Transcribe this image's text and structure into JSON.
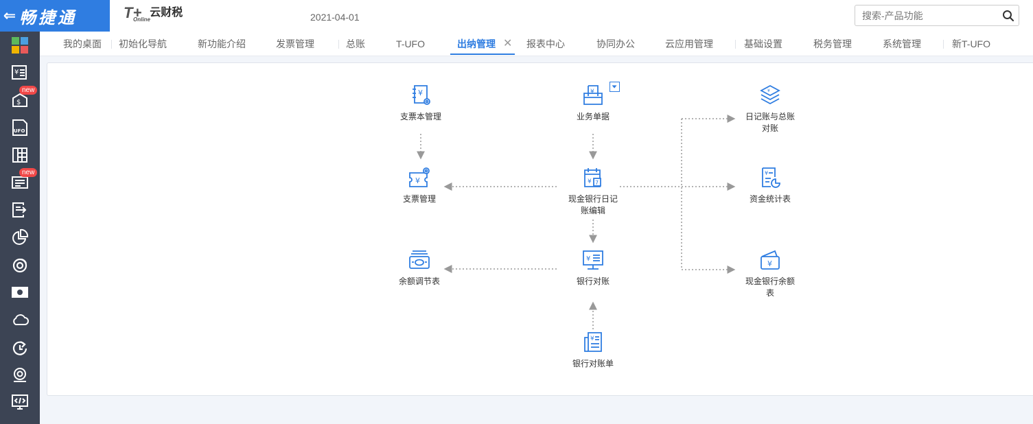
{
  "header": {
    "back_icon": "arrow-left-icon",
    "brand": "畅捷通",
    "logo_t": "T+",
    "logo_online": "Online",
    "logo_name": "云财税",
    "date": "2021-04-01",
    "search_placeholder": "搜索-产品功能",
    "brand_color": "#2f7de1"
  },
  "sidebar": {
    "badge": "new",
    "items": [
      {
        "icon": "apps-grid-icon"
      },
      {
        "icon": "voucher-icon"
      },
      {
        "icon": "inventory-icon",
        "badge": true
      },
      {
        "icon": "ufo-report-icon"
      },
      {
        "icon": "ledger-icon"
      },
      {
        "icon": "tax-icon",
        "badge": true
      },
      {
        "icon": "export-doc-icon"
      },
      {
        "icon": "pie-chart-icon"
      },
      {
        "icon": "target-icon"
      },
      {
        "icon": "cash-icon"
      },
      {
        "icon": "cloud-icon"
      },
      {
        "icon": "refresh-icon"
      },
      {
        "icon": "settings-gear-icon"
      },
      {
        "icon": "code-monitor-icon"
      }
    ]
  },
  "tabs": [
    {
      "label": "我的桌面"
    },
    {
      "label": "初始化导航"
    },
    {
      "label": "新功能介绍"
    },
    {
      "label": "发票管理"
    },
    {
      "label": "总账"
    },
    {
      "label": "T-UFO"
    },
    {
      "label": "出纳管理",
      "active": true
    },
    {
      "label": "报表中心"
    },
    {
      "label": "协同办公"
    },
    {
      "label": "云应用管理"
    },
    {
      "label": "基础设置"
    },
    {
      "label": "税务管理"
    },
    {
      "label": "系统管理"
    },
    {
      "label": "新T-UFO"
    }
  ],
  "tab_close": "✕",
  "flow": {
    "icon_color": "#2f7de1",
    "nodes": {
      "checkbook": {
        "label": "支票本管理",
        "icon": "checkbook-icon"
      },
      "business_docs": {
        "label": "业务单据",
        "icon": "business-doc-icon"
      },
      "journal_recon": {
        "label": "日记账与总账对账",
        "icon": "layers-icon"
      },
      "cheque_mgmt": {
        "label": "支票管理",
        "icon": "cheque-icon"
      },
      "journal_edit": {
        "label": "现金银行日记账编辑",
        "icon": "calendar-journal-icon"
      },
      "fund_stats": {
        "label": "资金统计表",
        "icon": "stats-report-icon"
      },
      "balance_adjust": {
        "label": "余额调节表",
        "icon": "balance-adjust-icon"
      },
      "bank_recon": {
        "label": "银行对账",
        "icon": "bank-recon-monitor-icon"
      },
      "cash_balance": {
        "label": "现金银行余额表",
        "icon": "wallet-icon"
      },
      "bank_statement": {
        "label": "银行对账单",
        "icon": "bank-statement-icon"
      }
    }
  }
}
